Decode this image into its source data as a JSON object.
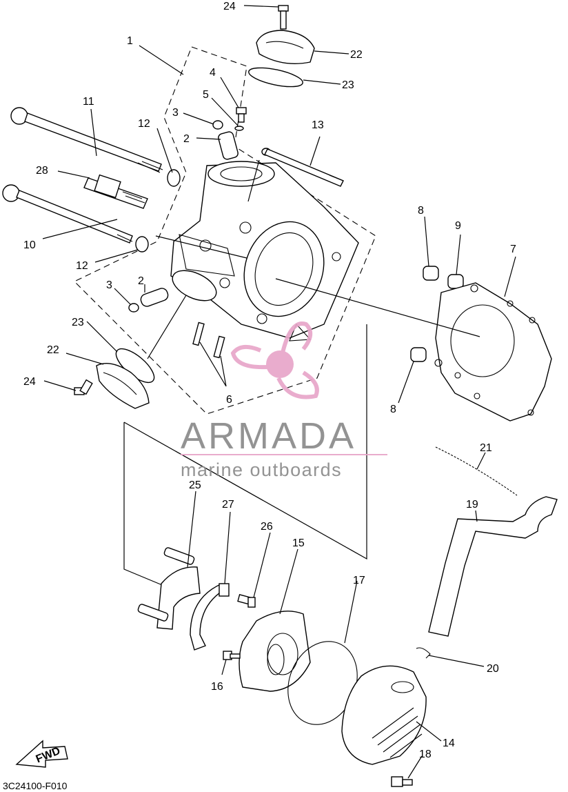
{
  "callouts": [
    "24",
    "22",
    "23",
    "1",
    "4",
    "5",
    "3",
    "2",
    "11",
    "12",
    "13",
    "28",
    "8",
    "9",
    "7",
    "10",
    "12",
    "3",
    "2",
    "23",
    "22",
    "24",
    "6",
    "8",
    "21",
    "19",
    "25",
    "27",
    "26",
    "15",
    "17",
    "20",
    "16",
    "14",
    "18"
  ],
  "diagram_code": "3C24100-F010",
  "fwd_label": "FWD",
  "watermark": {
    "name": "ARMADA",
    "tagline": "marine outboards",
    "color_pink": "#e8a6c9",
    "color_gray": "#8a8a8a"
  }
}
